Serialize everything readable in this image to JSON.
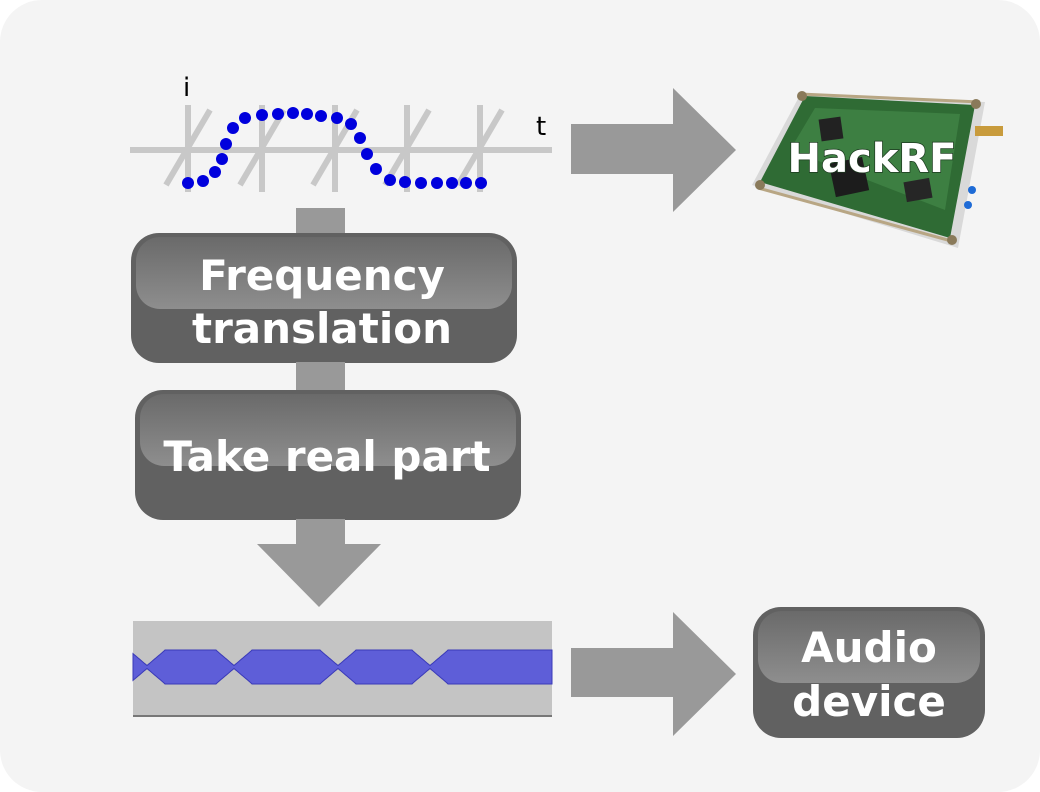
{
  "diagram": {
    "constellation": {
      "axis_i_label": "i",
      "axis_t_label": "t"
    },
    "hackrf": {
      "label": "HackRF"
    },
    "blocks": {
      "frequency_translation": [
        "Frequency",
        "translation"
      ],
      "take_real_part": "Take real part",
      "audio_device": [
        "Audio",
        "device"
      ]
    }
  },
  "colors": {
    "background": "#f4f4f4",
    "arrow": "#999999",
    "block_dark": "#616161",
    "block_light": "#8a8a8a",
    "dot": "#0000dd",
    "axis": "#c8c8c8",
    "waveform": "#5e5ed8",
    "waveform_panel": "#c4c4c4",
    "pcb_green": "#2f6b34"
  }
}
